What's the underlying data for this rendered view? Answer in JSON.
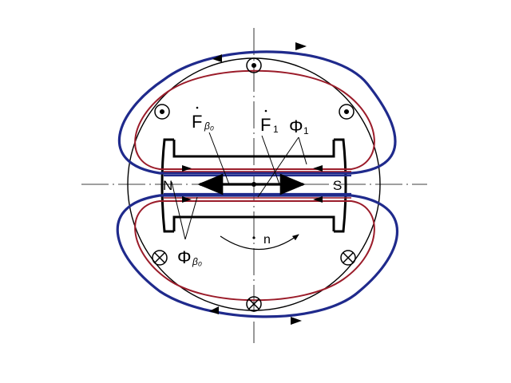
{
  "diagram": {
    "pole_north": "N",
    "pole_south": "S",
    "rotation_label": "n",
    "labels": {
      "f_b0": {
        "main": "F",
        "sub": "β₀"
      },
      "f_1": {
        "main": "F",
        "sub": "1"
      },
      "phi_1": {
        "main": "Φ",
        "sub": "1"
      },
      "phi_b0": {
        "main": "Φ",
        "sub": "β₀"
      }
    },
    "conductor_symbols": {
      "out_of_page": "dot-in-circle",
      "into_page": "cross-in-circle"
    },
    "colors": {
      "outer_flux_path": "#1f2a8c",
      "inner_flux_path": "#9b1c2a",
      "outline": "#000000"
    }
  }
}
